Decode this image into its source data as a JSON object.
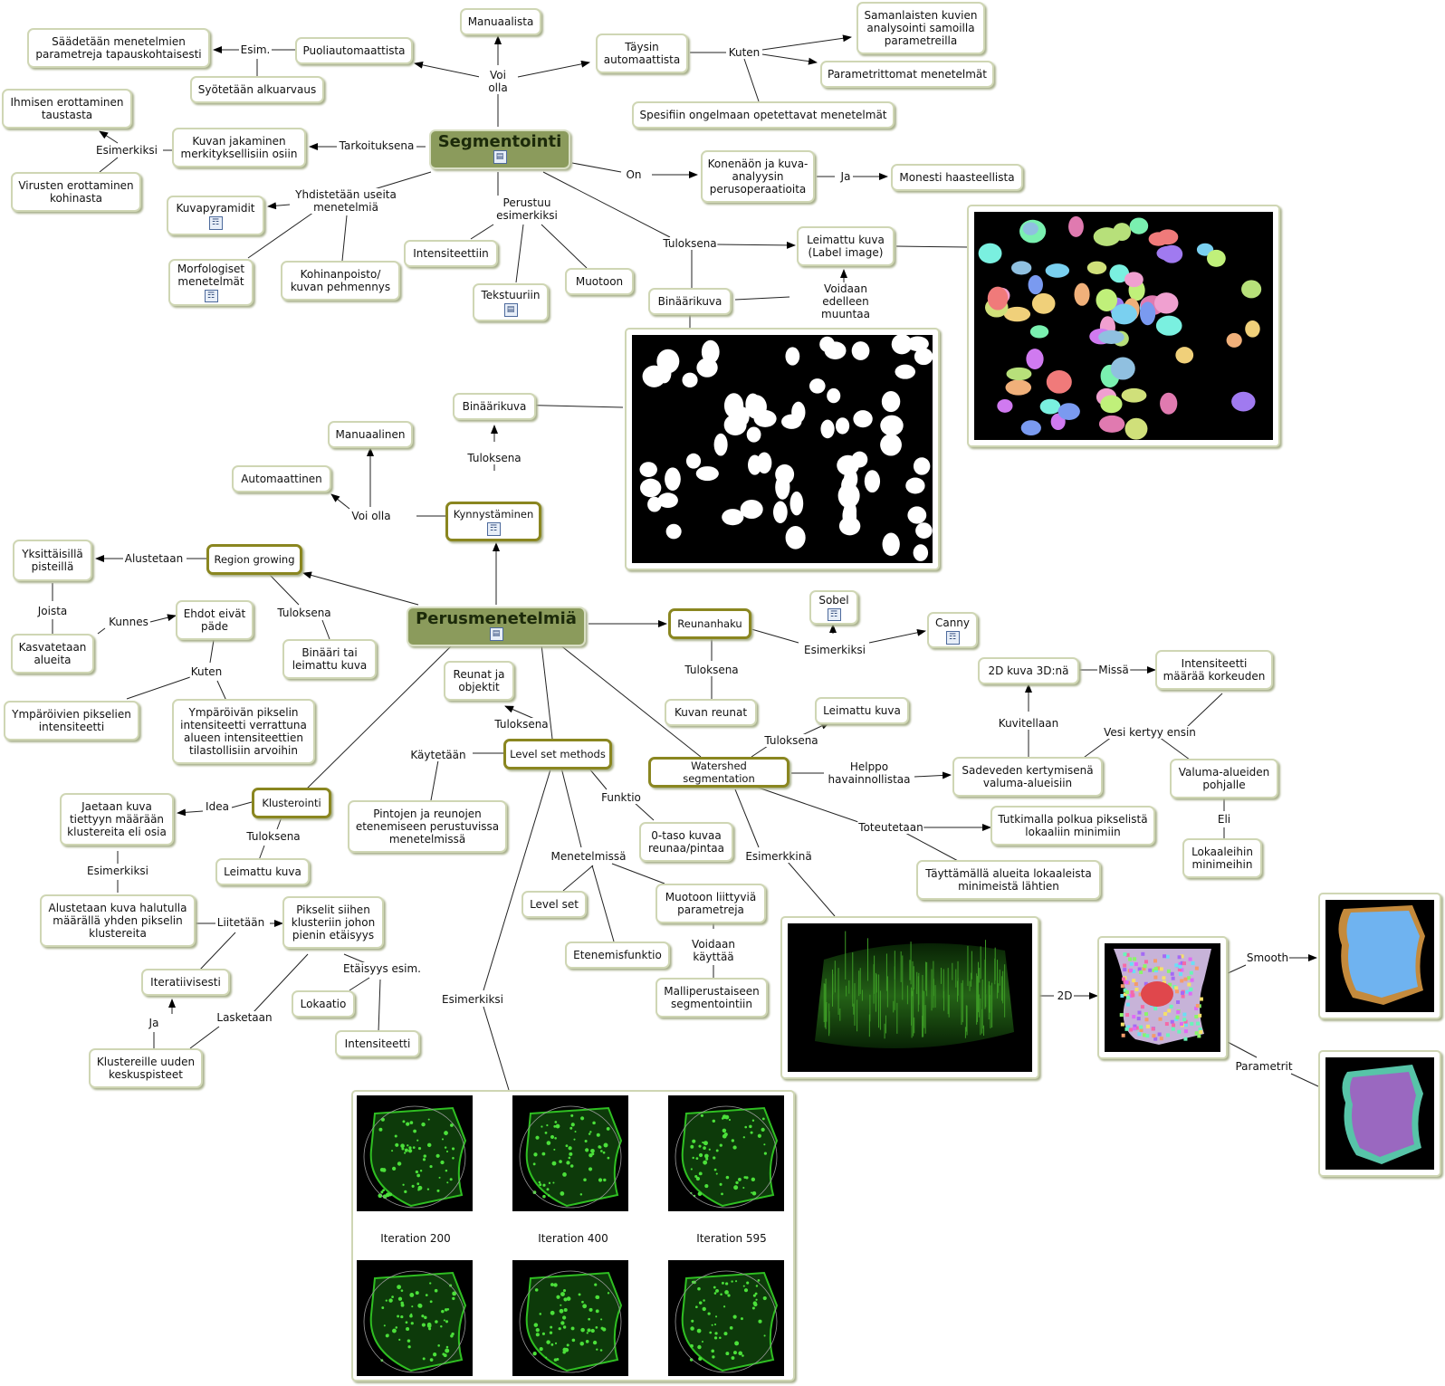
{
  "nodes": {
    "segmentointi": "Segmentointi",
    "perusmenetelmia": "Perusmenetelmiä",
    "manuaalista": "Manuaalista",
    "puoliautomaattista": "Puoliautomaattista",
    "saadetaan": "Säädetään menetelmien parametreja tapauskohtaisesti",
    "syotetaan": "Syötetään alkuarvaus",
    "taysin": "Täysin automaattista",
    "samanlaisten": "Samanlaisten kuvien analysointi samoilla parametreilla",
    "parametrittomat": "Parametrittomat menetelmät",
    "spesifiin": "Spesifiin ongelmaan opetettavat menetelmät",
    "ihmisen": "Ihmisen erottaminen taustasta",
    "virusten": "Virusten erottaminen kohinasta",
    "kuvan_jakaminen": "Kuvan jakaminen merkityksellisiin osiin",
    "konenaon": "Konenäön ja kuva-analyysin perusoperaatioita",
    "monesti": "Monesti haasteellista",
    "kuvapyramidit": "Kuvapyramidit",
    "morfologiset": "Morfologiset menetelmät",
    "kohinanpoisto": "Kohinanpoisto/ kuvan pehmennys",
    "intensiteettiin": "Intensiteettiin",
    "tekstuuriin": "Tekstuuriin",
    "muotoon": "Muotoon",
    "leimattu_label": "Leimattu kuva (Label image)",
    "binaarikuva_top": "Binäärikuva",
    "binaarikuva_mid": "Binäärikuva",
    "manuaalinen": "Manuaalinen",
    "automaattinen": "Automaattinen",
    "kynnystaminen": "Kynnystäminen",
    "region_growing": "Region growing",
    "yksittaisilla": "Yksittäisillä pisteillä",
    "kasvatetaan": "Kasvatetaan alueita",
    "ehdot": "Ehdot eivät päde",
    "binaari_tai": "Binääri tai leimattu kuva",
    "ymparoivien": "Ympäröivien pikselien intensiteetti",
    "ymparoivan": "Ympäröivän pikselin intensiteetti verrattuna alueen intensiteettien tilastollisiin arvoihin",
    "reunanhaku": "Reunanhaku",
    "sobel": "Sobel",
    "canny": "Canny",
    "kuvan_reunat": "Kuvan reunat",
    "reunat_ja": "Reunat ja objektit",
    "level_set_methods": "Level set methods",
    "pintojen": "Pintojen ja reunojen etenemiseen perustuvissa menetelmissä",
    "nolla_taso": "0-taso kuvaa reunaa/pintaa",
    "level_set": "Level set",
    "etenemisfunktio": "Etenemisfunktio",
    "muotoon_liittyvia": "Muotoon liittyviä parametreja",
    "malliperustaiseen": "Malliperustaiseen segmentointiin",
    "watershed": "Watershed segmentation",
    "leimattu_ws": "Leimattu kuva",
    "kuva_2d3d": "2D kuva 3D:nä",
    "intensiteetti_korkeuden": "Intensiteetti määrää korkeuden",
    "sadeveden": "Sadeveden kertymisenä valuma-alueisiin",
    "valuma": "Valuma-alueiden pohjalle",
    "lokaaleihin": "Lokaaleihin minimeihin",
    "tutkimalla": "Tutkimalla polkua pikselistä lokaaliin minimiin",
    "tayttamalla": "Täyttämällä alueita lokaaleista minimeistä lähtien",
    "klusterointi": "Klusterointi",
    "jaetaan": "Jaetaan kuva tiettyyn määrään klustereita eli osia",
    "leimattu_kl": "Leimattu kuva",
    "alustetaan_kuva": "Alustetaan kuva halutulla määrällä yhden pikselin klustereita",
    "pikselit": "Pikselit siihen klusteriin johon pienin etäisyys",
    "iteratiivisesti": "Iteratiivisesti",
    "lokaatio": "Lokaatio",
    "intensiteetti": "Intensiteetti",
    "klustereille": "Klustereille uuden keskuspisteet"
  },
  "links": {
    "voi_olla_top": "Voi olla",
    "esim": "Esim.",
    "kuten_top": "Kuten",
    "esimerkiksi_top": "Esimerkiksi",
    "tarkoituksena": "Tarkoituksena",
    "on": "On",
    "ja_top": "Ja",
    "yhdistetaan": "Yhdistetään useita menetelmiä",
    "perustuu": "Perustuu esimerkiksi",
    "tuloksena_seg": "Tuloksena",
    "voidaan_edelleen": "Voidaan edelleen muuntaa",
    "tuloksena_kyn": "Tuloksena",
    "voi_olla_kyn": "Voi olla",
    "alustetaan": "Alustetaan",
    "joista": "Joista",
    "kunnes": "Kunnes",
    "tuloksena_rg": "Tuloksena",
    "kuten_rg": "Kuten",
    "esimerkiksi_reuna": "Esimerkiksi",
    "tuloksena_reuna": "Tuloksena",
    "missa": "Missä",
    "kuvitellaan": "Kuvitellaan",
    "vesi_kertyy": "Vesi kertyy ensin",
    "eli": "Eli",
    "tuloksena_ws": "Tuloksena",
    "helppo": "Helppo havainnollistaa",
    "toteutetaan": "Toteutetaan",
    "esimerkkina": "Esimerkkinä",
    "tuloksena_ls": "Tuloksena",
    "kaytetaan": "Käytetään",
    "funktio": "Funktio",
    "menetelmissa": "Menetelmissä",
    "voidaan_kayttaa": "Voidaan käyttää",
    "esimerkiksi_ls": "Esimerkiksi",
    "idea": "Idea",
    "tuloksena_kl": "Tuloksena",
    "esimerkiksi_kl": "Esimerkiksi",
    "liitetaan": "Liitetään",
    "etaisyys": "Etäisyys esim.",
    "lasketaan": "Lasketaan",
    "ja_kl": "Ja",
    "d2": "2D",
    "smooth": "Smooth",
    "parametrit": "Parametrit"
  },
  "captions": {
    "iter200": "Iteration 200",
    "iter400": "Iteration 400",
    "iter595": "Iteration 595"
  },
  "icons": {
    "document": "document-icon",
    "concept_map": "concept-map-icon"
  },
  "colors": {
    "main_node": "#8b9b5c",
    "key_border": "#8a8620",
    "node_border": "#cfd6b4",
    "green_cell": "#3fbf2f"
  }
}
